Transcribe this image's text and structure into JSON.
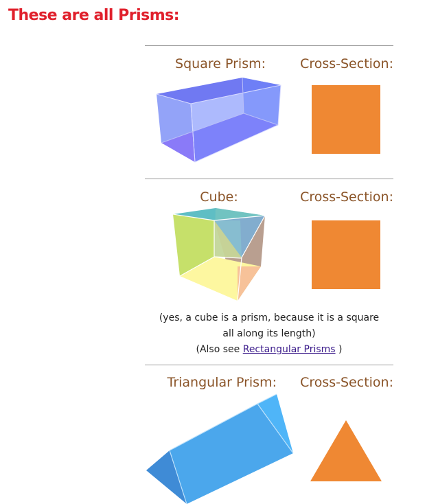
{
  "heading": "These are all Prisms:",
  "sections": [
    {
      "shape_label": "Square Prism:",
      "cross_label": "Cross-Section:"
    },
    {
      "shape_label": "Cube:",
      "cross_label": "Cross-Section:",
      "note_line1": "(yes, a cube is a prism, because it is a square",
      "note_line2": "all along its length)",
      "see_also_prefix": "(Also see ",
      "see_also_link": "Rectangular Prisms",
      "see_also_suffix": " )"
    },
    {
      "shape_label": "Triangular Prism:",
      "cross_label": "Cross-Section:"
    }
  ],
  "colors": {
    "heading": "#e0202c",
    "label": "#8a5428",
    "cross_section": "#ef8833",
    "square_prism": "#6b76ff",
    "triangular_prism": "#4aa8ee",
    "link": "#3a1a8a"
  }
}
